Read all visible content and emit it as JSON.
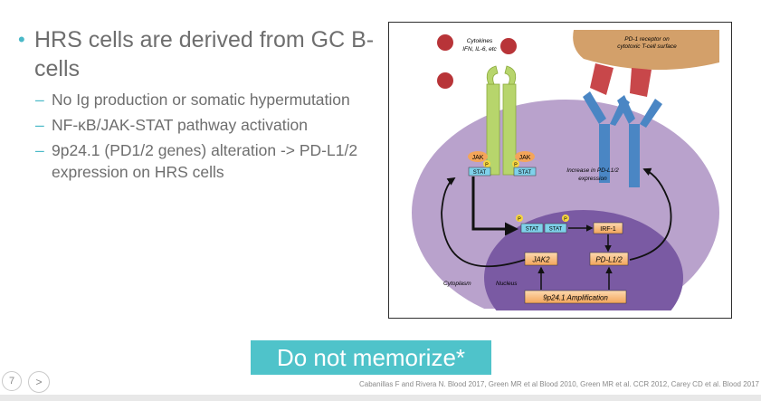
{
  "bullets": {
    "main": "HRS cells are derived from GC B-cells",
    "subs": [
      "No Ig production or somatic hypermutation",
      "NF-κB/JAK-STAT pathway activation",
      "9p24.1 (PD1/2 genes) alteration -> PD-L1/2  expression on HRS cells"
    ]
  },
  "figure": {
    "cytokines": [
      "Cytokines",
      "IFN, IL-6, etc"
    ],
    "pd1": [
      "PD-1 receptor on",
      "cytotoxic T-cell surface"
    ],
    "increase": [
      "Increase in PD-L1/2",
      "expression"
    ],
    "jak": "JAK",
    "stat": "STAT",
    "p": "P",
    "irf1": "IRF-1",
    "jak2": "JAK2",
    "pdl12": "PD-L1/2",
    "amplification": "9p24.1 Amplification",
    "cytoplasm": "Cytoplasm",
    "nucleus": "Nucleus"
  },
  "memo_button": "Do not memorize*",
  "citation": "Cabanillas F and Rivera N. Blood 2017, Green MR et al Blood 2010, Green MR et al. CCR 2012, Carey CD et al. Blood 2017",
  "page_number": "7",
  "next_symbol": ">"
}
